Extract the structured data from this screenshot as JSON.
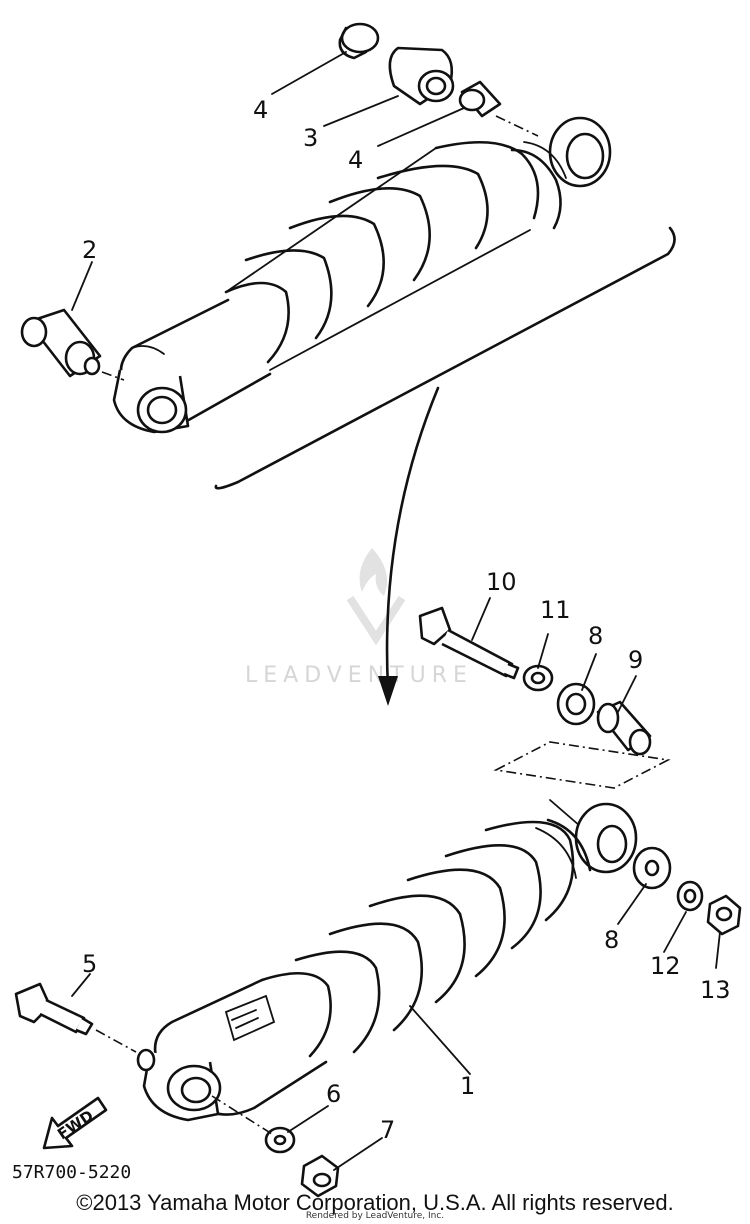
{
  "callouts": {
    "c1": "1",
    "c2": "2",
    "c3": "3",
    "c4a": "4",
    "c4b": "4",
    "c5": "5",
    "c6": "6",
    "c7": "7",
    "c8a": "8",
    "c8b": "8",
    "c9": "9",
    "c10": "10",
    "c11": "11",
    "c12": "12",
    "c13": "13"
  },
  "fwd_label": "FWD",
  "part_code": "57R700-5220",
  "watermark": "LEADVENTURE",
  "copyright": "©2013 Yamaha Motor Corporation, U.S.A. All rights reserved.",
  "rendered_by": "Rendered by LeadVenture, Inc."
}
